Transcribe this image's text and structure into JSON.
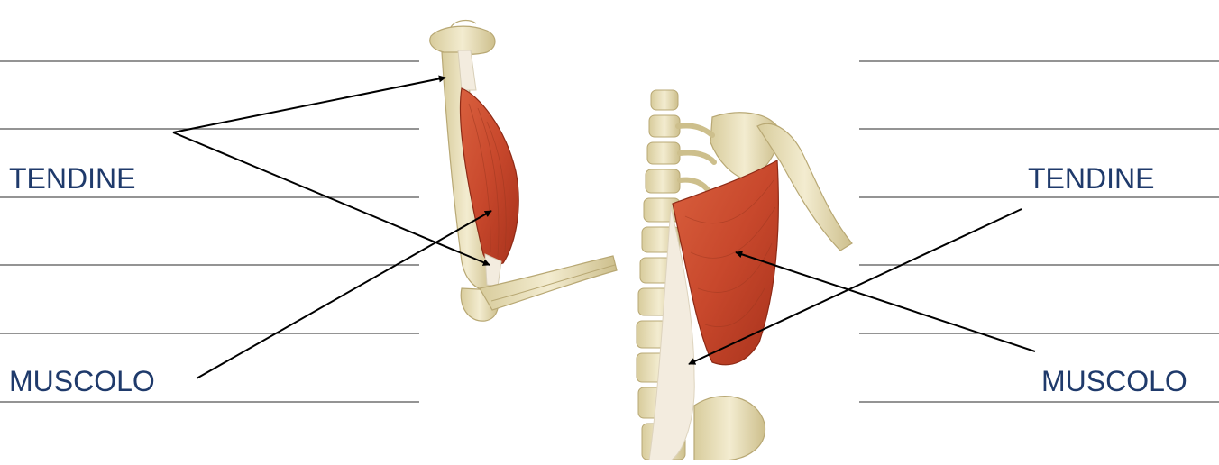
{
  "labels": {
    "left": {
      "tendine": "TENDINE",
      "muscolo": "MUSCOLO"
    },
    "right": {
      "tendine": "TENDINE",
      "muscolo": "MUSCOLO"
    }
  },
  "colors": {
    "label_text": "#1f3a6b",
    "rule_line": "#555555",
    "arrow": "#000000",
    "muscle": "#c8482c",
    "muscle_dark": "#a8321c",
    "bone": "#efe6c4",
    "bone_shadow": "#cdbf8c",
    "tendon": "#f3ecdf"
  },
  "figures": {
    "left": "arm-biceps-illustration",
    "right": "back-latissimus-illustration"
  }
}
